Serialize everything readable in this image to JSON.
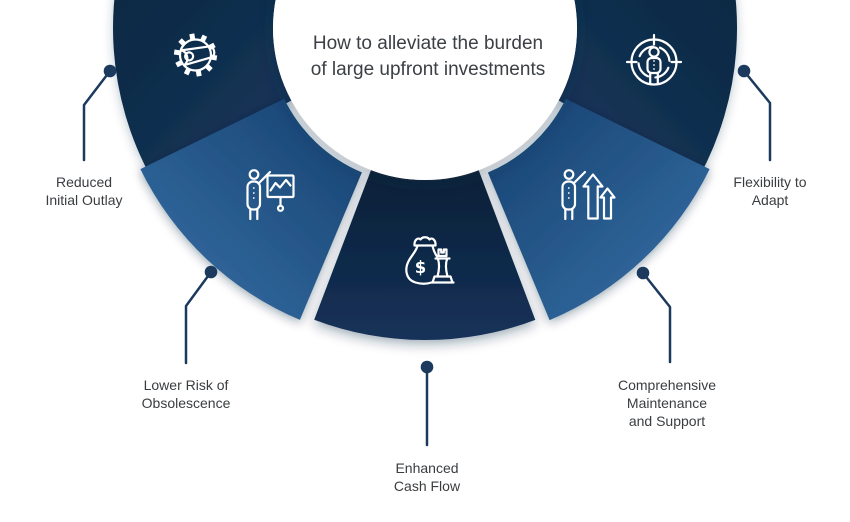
{
  "diagram": {
    "title_lines": [
      "How to alleviate the burden",
      "of large upfront investments"
    ],
    "segments": [
      {
        "id": "reduced-initial-outlay",
        "label_lines": [
          "Reduced",
          "Initial Outlay"
        ],
        "icon": "gear-wrench-icon",
        "tone": "dark"
      },
      {
        "id": "lower-risk-of-obsolescence",
        "label_lines": [
          "Lower Risk of",
          "Obsolescence"
        ],
        "icon": "presenter-chart-icon",
        "tone": "medium"
      },
      {
        "id": "enhanced-cash-flow",
        "label_lines": [
          "Enhanced",
          "Cash Flow"
        ],
        "icon": "money-bag-chess-icon",
        "tone": "dark"
      },
      {
        "id": "comprehensive-maintenance-and-support",
        "label_lines": [
          "Comprehensive",
          "Maintenance",
          "and Support"
        ],
        "icon": "person-growth-arrows-icon",
        "tone": "medium"
      },
      {
        "id": "flexibility-to-adapt",
        "label_lines": [
          "Flexibility to",
          "Adapt"
        ],
        "icon": "person-target-icon",
        "tone": "dark"
      }
    ],
    "colors": {
      "dark_wedge_start": "#0d2945",
      "dark_wedge_end": "#16375c",
      "medium_wedge_outer": "#2e6397",
      "medium_wedge_inner": "#1c4a7a",
      "bottom_wedge_inner": "#0b2139",
      "bottom_wedge_outer": "#15325a",
      "icon_stroke": "#ffffff",
      "connector": "#1b3a5e",
      "title_text": "#3c4045",
      "label_text": "#3a3d40",
      "background": "#ffffff"
    }
  }
}
